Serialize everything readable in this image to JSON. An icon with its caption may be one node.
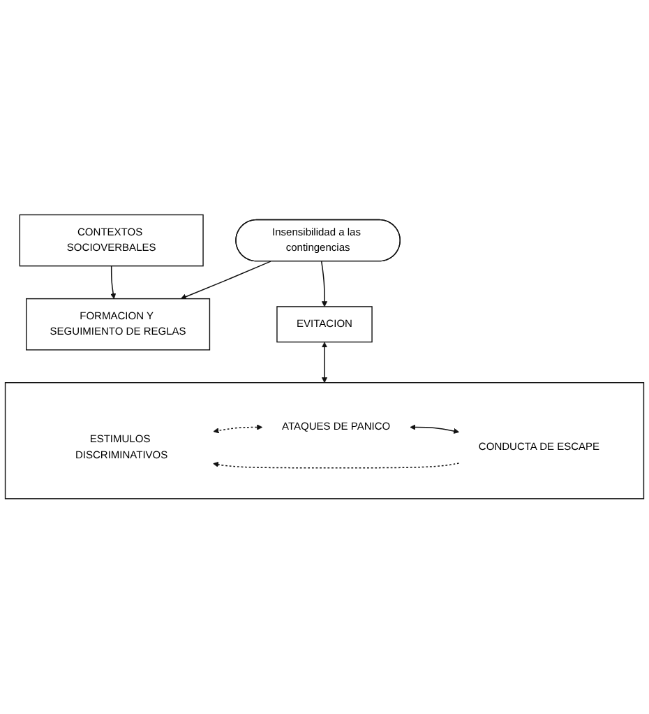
{
  "diagram": {
    "nodes": [
      {
        "text": [
          "CONTEXTOS SOCIOVERBALES"
        ]
      },
      {
        "text": [
          "FORMACION Y SEGUIMIENTO DE REGLAS"
        ]
      },
      {
        "text": [
          "Insensibilidad a las contingencias"
        ]
      },
      {
        "text": [
          "EVITACION"
        ]
      },
      {
        "text": [],
        "shape": "box"
      },
      {
        "text": [
          "ESTIMULOS DISCRIMINATIVOS"
        ],
        "in": 4
      },
      {
        "text": [
          "ATAQUES DE PANICO"
        ],
        "in": 4
      },
      {
        "text": [
          "CONDUCTA DE ESCAPE"
        ],
        "in": 4
      }
    ],
    "edges": [
      {
        "from": 0,
        "to": 1,
        "arrow": "to"
      },
      {
        "from": 2,
        "to": 1,
        "arrow": "to"
      },
      {
        "from": 2,
        "to": 3,
        "arrow": "to"
      },
      {
        "from": 3,
        "to": 4,
        "arrow": "both"
      },
      {
        "from": 5,
        "to": 6,
        "arrow": "both",
        "style": "dashed"
      },
      {
        "from": 6,
        "to": 7,
        "arrow": "both"
      },
      {
        "from": 7,
        "to": 5,
        "arrow": "to",
        "style": "dashed"
      }
    ]
  }
}
